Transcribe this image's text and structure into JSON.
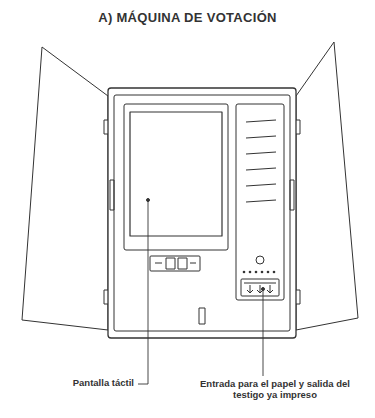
{
  "diagram": {
    "title": "A) MÁQUINA DE VOTACIÓN",
    "labels": [
      "Pantalla táctil",
      "Entrada para el papel y salida del testigo ya impreso"
    ]
  }
}
